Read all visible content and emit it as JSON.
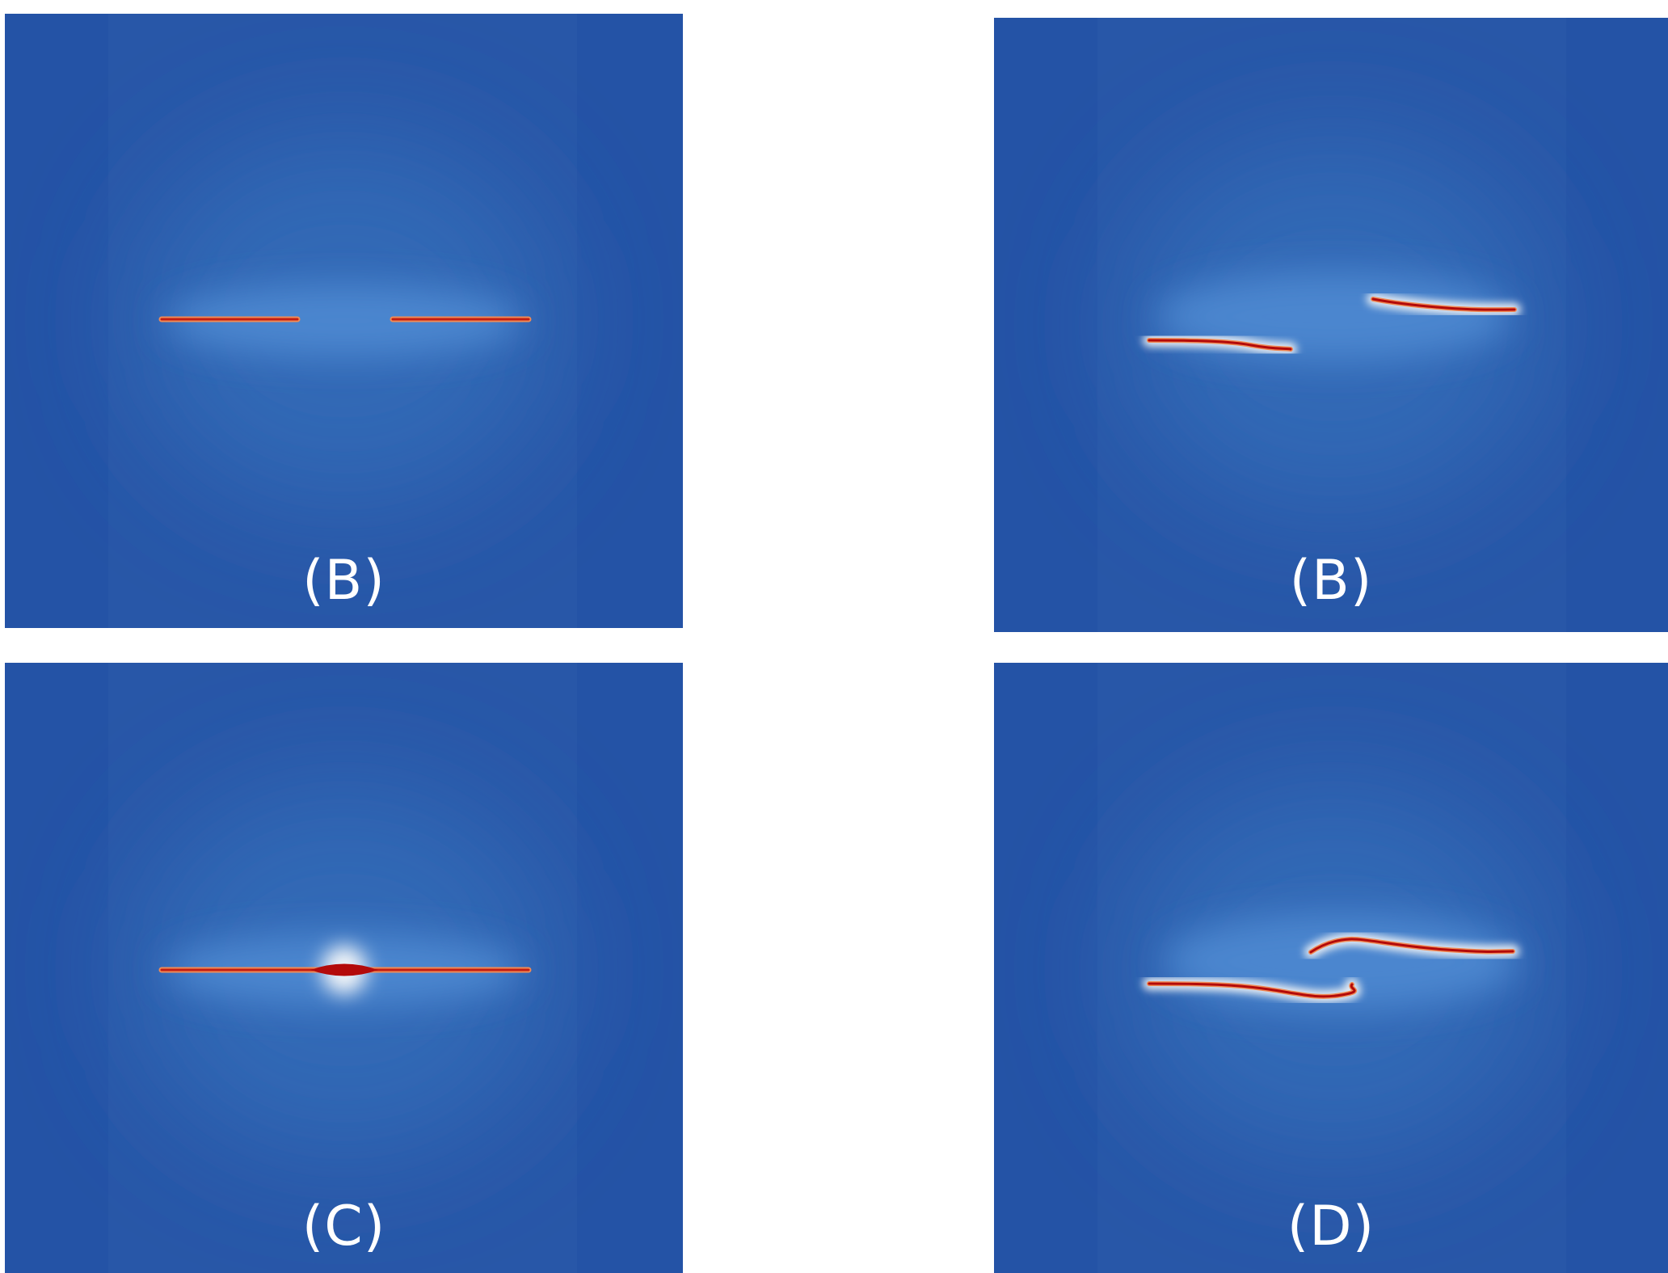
{
  "panels": [
    {
      "id": "top-left",
      "label": "(B)"
    },
    {
      "id": "top-right",
      "label": "(B)"
    },
    {
      "id": "bottom-left",
      "label": "(C)"
    },
    {
      "id": "bottom-right",
      "label": "(D)"
    }
  ],
  "colors": {
    "background": "#2453a6",
    "field_light": "#3e7ed0",
    "crack_core": "#b30a0a",
    "crack_edge": "#f08a55",
    "crack_halo": "#e8eef4",
    "label": "#ffffff"
  }
}
